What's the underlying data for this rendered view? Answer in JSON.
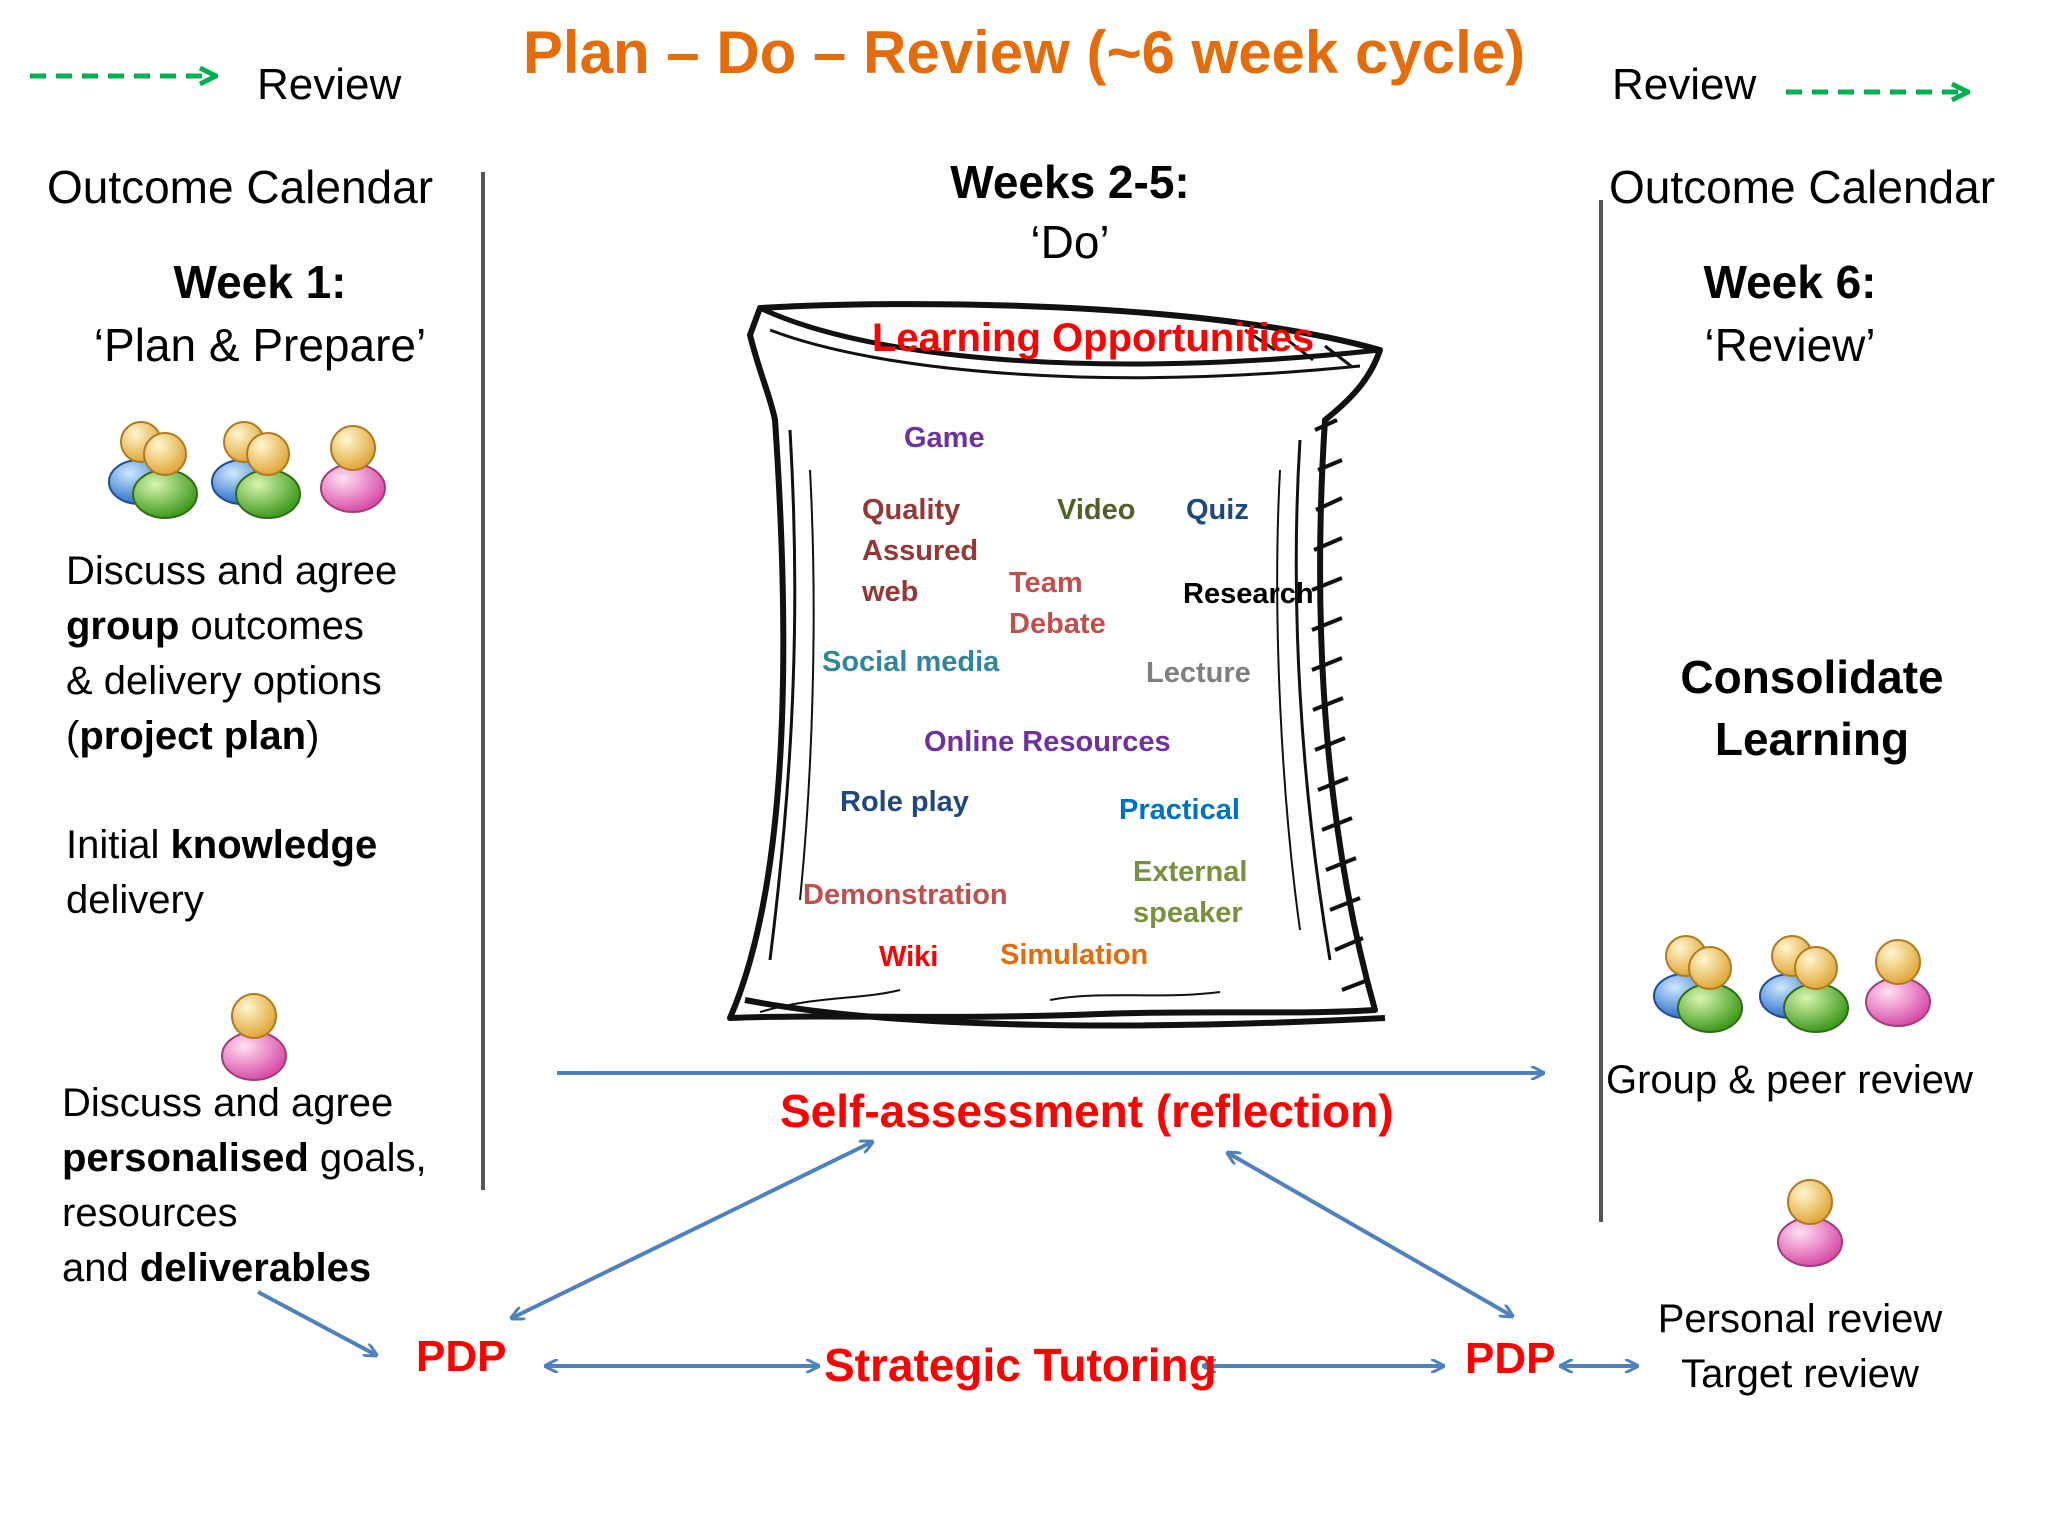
{
  "title": "Plan – Do – Review  (~6 week cycle)",
  "review_left": "Review",
  "review_right": "Review",
  "left": {
    "calendar": "Outcome Calendar",
    "week": "Week 1:",
    "phase": "‘Plan & Prepare’",
    "p1": [
      "Discuss and agree",
      "group",
      "outcomes",
      "& delivery options",
      "(",
      "project plan",
      ")"
    ],
    "p2": [
      "Initial",
      "knowledge",
      "delivery"
    ],
    "p3": [
      "Discuss and agree",
      "personalised",
      "goals,",
      "resources",
      "and",
      "deliverables"
    ]
  },
  "center": {
    "week": "Weeks 2-5:",
    "phase": "‘Do’",
    "bag_title": "Learning Opportunities",
    "opportunities": [
      {
        "text": "Game",
        "color": "#7030a0"
      },
      {
        "text": "Quality Assured web",
        "color": "#953735"
      },
      {
        "text": "Video",
        "color": "#4f6228"
      },
      {
        "text": "Quiz",
        "color": "#1f497d"
      },
      {
        "text": "Team Debate",
        "color": "#c0504d"
      },
      {
        "text": "Research",
        "color": "#000000"
      },
      {
        "text": "Social media",
        "color": "#31859c"
      },
      {
        "text": "Lecture",
        "color": "#7f7f7f"
      },
      {
        "text": "Online Resources",
        "color": "#7030a0"
      },
      {
        "text": "Role play",
        "color": "#1f497d"
      },
      {
        "text": "Practical",
        "color": "#0070c0"
      },
      {
        "text": "External speaker",
        "color": "#76923c"
      },
      {
        "text": "Demonstration",
        "color": "#c0504d"
      },
      {
        "text": "Wiki",
        "color": "#ff0000"
      },
      {
        "text": "Simulation",
        "color": "#e46c0a"
      }
    ],
    "self_assessment": "Self-assessment (reflection)",
    "strategic_tutoring": "Strategic Tutoring",
    "pdp_left": "PDP",
    "pdp_right": "PDP"
  },
  "right": {
    "calendar": "Outcome Calendar",
    "week": "Week 6:",
    "phase": "‘Review’",
    "consolidate": [
      "Consolidate",
      "Learning"
    ],
    "group_review": "Group & peer review",
    "personal_review": "Personal review",
    "target_review": "Target review"
  },
  "colors": {
    "title": "#e46c0a",
    "accent_red": "#ff0000",
    "arrow_blue": "#4f81bd",
    "arrow_green": "#00b050"
  },
  "icons": [
    "group-people-icon",
    "person-icon"
  ]
}
